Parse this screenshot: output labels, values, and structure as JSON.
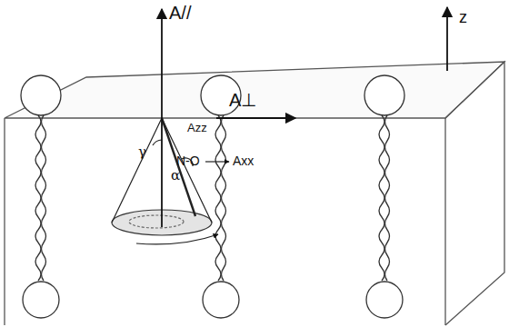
{
  "diagram": {
    "labels": [
      "A//",
      "A⊥",
      "z",
      "γ",
      "α",
      "Azz",
      "N-O",
      "Axx"
    ]
  }
}
